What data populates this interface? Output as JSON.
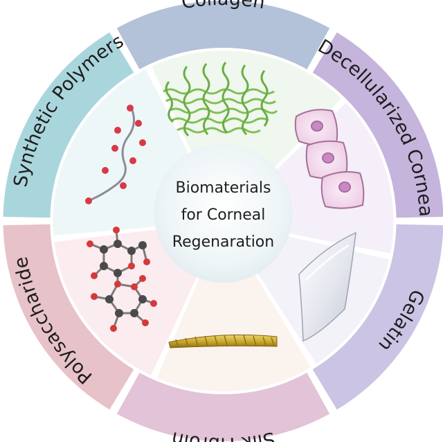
{
  "center": {
    "lines": [
      "Biomaterials",
      "for Corneal",
      "Regenaration"
    ]
  },
  "sectors": [
    {
      "id": "collagen",
      "label": "Collagen",
      "ring_color": "#b3c1d9",
      "inner_color": "#f0f7ee",
      "icon": "collagen-mesh-icon"
    },
    {
      "id": "decellularized-cornea",
      "label": "Decellularized Cornea",
      "ring_color": "#c5b4dc",
      "inner_color": "#f4eff9",
      "icon": "corneal-cells-icon"
    },
    {
      "id": "gelatin",
      "label": "Gelatin",
      "ring_color": "#cbc4e4",
      "inner_color": "#f3f2f8",
      "icon": "gelatin-film-icon"
    },
    {
      "id": "silk-fibroin",
      "label": "Silk Fibroin",
      "ring_color": "#e3c3d7",
      "inner_color": "#fbf3ee",
      "icon": "silk-fiber-icon"
    },
    {
      "id": "polysaccharide",
      "label": "Polysaccharide",
      "ring_color": "#e7c2c9",
      "inner_color": "#fbecef",
      "icon": "polysaccharide-molecule-icon"
    },
    {
      "id": "synthetic-polymers",
      "label": "Synthetic Polymers",
      "ring_color": "#a9d6dc",
      "inner_color": "#eef7f7",
      "icon": "polymer-chain-icon"
    }
  ]
}
